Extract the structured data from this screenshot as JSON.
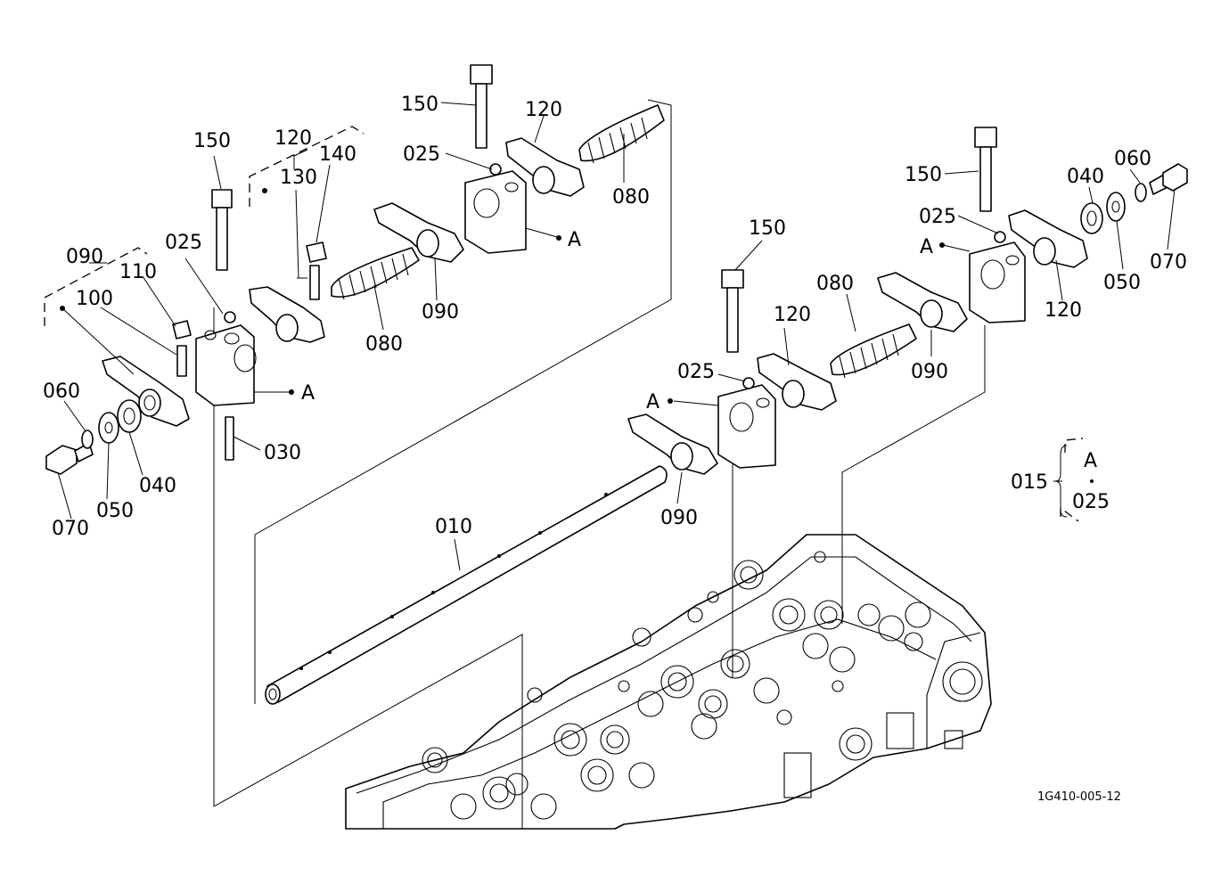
{
  "labels": {
    "l150_a": "150",
    "l120_a": "120",
    "l140": "140",
    "l130": "130",
    "l090_a": "090",
    "l110": "110",
    "l100": "100",
    "l025_a": "025",
    "l060_a": "060",
    "l050_a": "050",
    "l040_a": "040",
    "l070_a": "070",
    "l030": "030",
    "lA_a": "A",
    "l150_b": "150",
    "l120_b": "120",
    "l025_b": "025",
    "l080_a": "080",
    "l080_b": "080",
    "l090_b": "090",
    "lA_b": "A",
    "l010": "010",
    "l150_c": "150",
    "l080_c": "080",
    "l120_c": "120",
    "l025_c": "025",
    "lA_c": "A",
    "l090_c": "090",
    "l090_d": "090",
    "l150_d": "150",
    "l040_b": "040",
    "l060_b": "060",
    "l070_b": "070",
    "l050_b": "050",
    "l120_d": "120",
    "l025_d": "025",
    "lA_d": "A",
    "l015": "015",
    "lA_leg": "A",
    "l025_leg": "025"
  },
  "reference": "1G410-005-12"
}
